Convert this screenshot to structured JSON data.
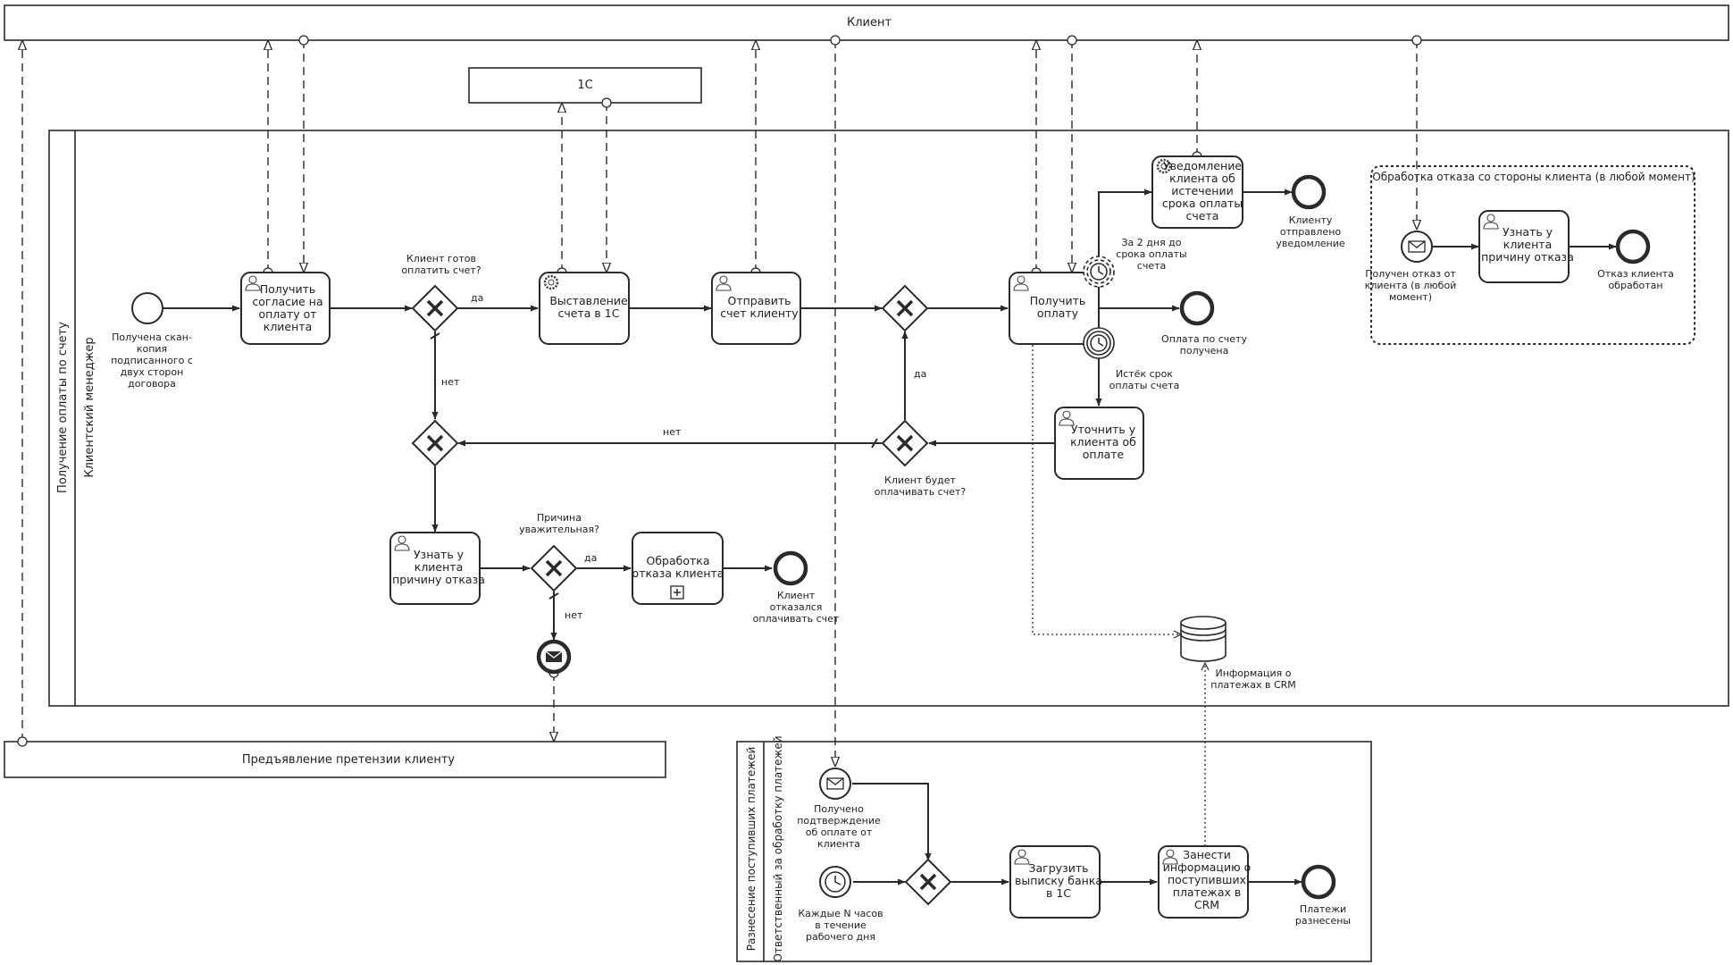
{
  "pools": {
    "client": "Клиент",
    "system_1c": "1С",
    "claim": "Предъявление претензии клиенту",
    "main": "Получение оплаты по счету",
    "main_lane": "Клиентский менеджер",
    "posting": "Разнесение поступивших платежей",
    "posting_lane": "Ответственный за обработку платежей"
  },
  "tasks": {
    "get_consent": [
      "Получить",
      "согласие на",
      "оплату от",
      "клиента"
    ],
    "issue_invoice": [
      "Выставление",
      "счета в 1С"
    ],
    "send_invoice": [
      "Отправить",
      "счет клиенту"
    ],
    "get_payment": [
      "Получить",
      "оплату"
    ],
    "notify_expiry": [
      "Уведомление",
      "клиента об",
      "истечении",
      "срока оплаты",
      "счета"
    ],
    "clarify_payment": [
      "Уточнить у",
      "клиента об",
      "оплате"
    ],
    "refusal_reason": [
      "Узнать у",
      "клиента",
      "причину отказа"
    ],
    "refusal_process": [
      "Обработка",
      "отказа клиента"
    ],
    "sub_refusal_reason": [
      "Узнать у",
      "клиента",
      "причину отказа"
    ],
    "load_statement": [
      "Загрузить",
      "выписку банка",
      "в 1С"
    ],
    "enter_crm": [
      "Занести",
      "информацию о",
      "поступивших",
      "платежах в",
      "CRM"
    ]
  },
  "subprocess": {
    "title": "Обработка отказа со стороны клиента (в любой момент)"
  },
  "events": {
    "start_scan": [
      "Получена скан-",
      "копия",
      "подписанного с",
      "двух сторон",
      "договора"
    ],
    "end_notified": [
      "Клиенту",
      "отправлено",
      "уведомление"
    ],
    "timer_2days": [
      "За 2 дня до",
      "срока оплаты",
      "счета"
    ],
    "end_paid": [
      "Оплата по счету",
      "получена"
    ],
    "timer_expired": [
      "Истёк срок",
      "оплаты счета"
    ],
    "end_refused": [
      "Клиент",
      "отказался",
      "оплачивать счет"
    ],
    "sub_start": [
      "Получен отказ от",
      "клиента (в любой",
      "момент)"
    ],
    "sub_end": [
      "Отказ клиента",
      "обработан"
    ],
    "confirm_msg": [
      "Получено",
      "подтверждение",
      "об оплате от",
      "клиента"
    ],
    "timer_n_hours": [
      "Каждые N часов",
      "в течение",
      "рабочего дня"
    ],
    "end_posted": [
      "Платежи",
      "разнесены"
    ]
  },
  "gateways": {
    "ready_to_pay": [
      "Клиент готов",
      "оплатить счет?"
    ],
    "will_pay": [
      "Клиент будет",
      "оплачивать счет?"
    ],
    "reason_valid": [
      "Причина",
      "уважительная?"
    ]
  },
  "flow_labels": {
    "yes": "да",
    "no": "нет"
  },
  "data_store": [
    "Информация о",
    "платежах в CRM"
  ],
  "colors": {
    "stroke": "#2a2a2a",
    "background": "#ffffff"
  }
}
